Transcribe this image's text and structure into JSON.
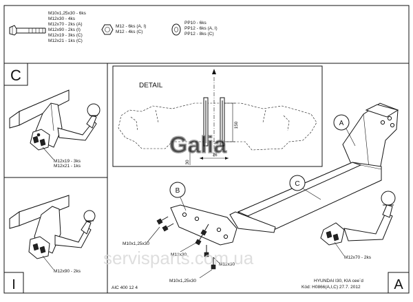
{
  "hardware": {
    "bolts": [
      "M10x1,25x30 - 6ks",
      "M12x30 - 4ks",
      "M12x70 - 2ks (A)",
      "M12x90 - 2ks (I)",
      "M12x19 - 3ks (C)",
      "M12x21 - 1ks (C)"
    ],
    "nuts": [
      "M12 - 6ks (A, I)",
      "M12 - 4ks (C)"
    ],
    "washers": [
      "PP10 - 6ks",
      "PP12 - 6ks (A, I)",
      "PP12 - 8ks (C)"
    ]
  },
  "panel_c": {
    "letter": "C",
    "notes": [
      "M12x19 - 3ks",
      "M12x21 - 1ks"
    ]
  },
  "panel_i": {
    "letter": "I",
    "note": "M12x90 - 2ks"
  },
  "detail": {
    "title": "DETAIL",
    "dim_height": "150",
    "dim_width": "76",
    "dim_left": "30"
  },
  "main": {
    "callouts": [
      "A",
      "B",
      "C"
    ],
    "labels": {
      "b_bolts_left": "M10x1,25x30",
      "b_bolts_mid": "M12x30",
      "b_bolts_right": "M12x30",
      "b_bolts_bottom": "M10x1,25x30",
      "a_bolts": "M12x70 - 2ks"
    },
    "letter": "A"
  },
  "footer": {
    "code": "AIC 400 12 4",
    "model": "HYUNDAI I30, KIA cee´d",
    "kod": "Kód: H0866(A,I,C)  27.7. 2012"
  },
  "watermark": "servisparts.com.ua"
}
